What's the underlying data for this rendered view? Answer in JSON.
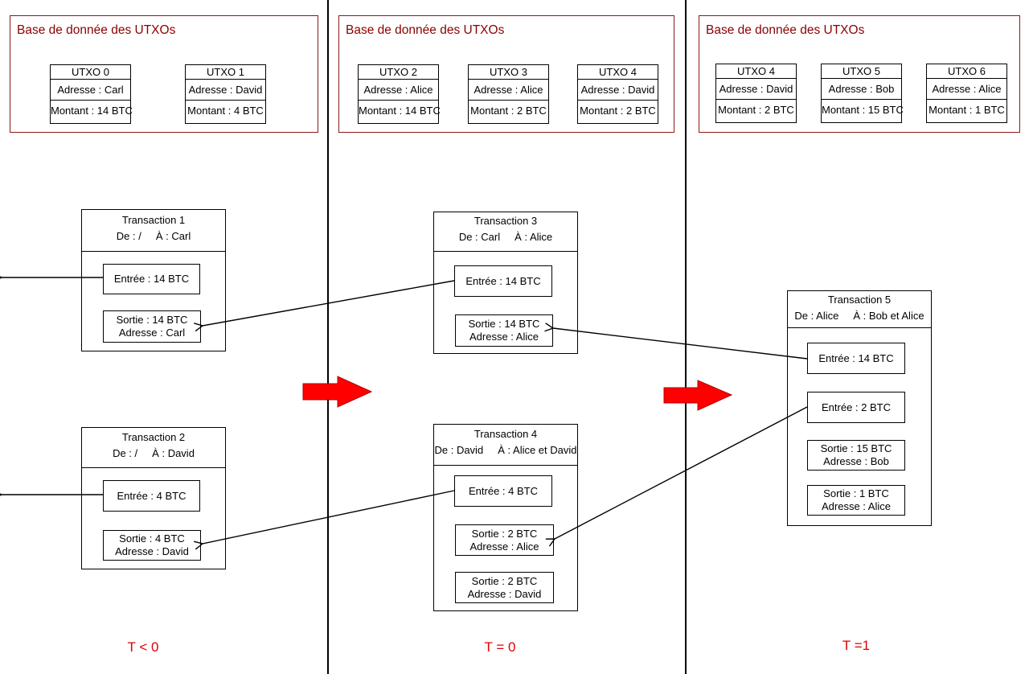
{
  "panels": [
    {
      "db_title": "Base de donnée des UTXOs",
      "utxos": [
        {
          "id": "UTXO 0",
          "address": "Adresse : Carl",
          "amount": "Montant : 14 BTC"
        },
        {
          "id": "UTXO 1",
          "address": "Adresse : David",
          "amount": "Montant : 4 BTC"
        }
      ],
      "time_label": "T < 0"
    },
    {
      "db_title": "Base de donnée des UTXOs",
      "utxos": [
        {
          "id": "UTXO 2",
          "address": "Adresse : Alice",
          "amount": "Montant : 14 BTC"
        },
        {
          "id": "UTXO 3",
          "address": "Adresse : Alice",
          "amount": "Montant : 2 BTC"
        },
        {
          "id": "UTXO 4",
          "address": "Adresse : David",
          "amount": "Montant : 2 BTC"
        }
      ],
      "time_label": "T = 0"
    },
    {
      "db_title": "Base de donnée des UTXOs",
      "utxos": [
        {
          "id": "UTXO 4",
          "address": "Adresse : David",
          "amount": "Montant : 2 BTC"
        },
        {
          "id": "UTXO 5",
          "address": "Adresse : Bob",
          "amount": "Montant : 15 BTC"
        },
        {
          "id": "UTXO 6",
          "address": "Adresse : Alice",
          "amount": "Montant : 1 BTC"
        }
      ],
      "time_label": "T =1"
    }
  ],
  "transactions": {
    "tx1": {
      "title": "Transaction 1",
      "parties": "De : /     À : Carl",
      "input": "Entrée : 14 BTC",
      "output": {
        "amount": "Sortie : 14 BTC",
        "address": "Adresse : Carl"
      }
    },
    "tx2": {
      "title": "Transaction 2",
      "parties": "De : /     À : David",
      "input": "Entrée : 4 BTC",
      "output": {
        "amount": "Sortie : 4 BTC",
        "address": "Adresse : David"
      }
    },
    "tx3": {
      "title": "Transaction 3",
      "parties": "De : Carl     À : Alice",
      "input": "Entrée : 14 BTC",
      "output": {
        "amount": "Sortie : 14 BTC",
        "address": "Adresse : Alice"
      }
    },
    "tx4": {
      "title": "Transaction 4",
      "parties": "De : David     À : Alice et David",
      "input": "Entrée : 4 BTC",
      "outputs": [
        {
          "amount": "Sortie : 2 BTC",
          "address": "Adresse : Alice"
        },
        {
          "amount": "Sortie : 2 BTC",
          "address": "Adresse : David"
        }
      ]
    },
    "tx5": {
      "title": "Transaction 5",
      "parties": "De : Alice     À : Bob et Alice",
      "inputs": [
        "Entrée : 14 BTC",
        "Entrée : 2 BTC"
      ],
      "outputs": [
        {
          "amount": "Sortie : 15 BTC",
          "address": "Adresse : Bob"
        },
        {
          "amount": "Sortie : 1 BTC",
          "address": "Adresse : Alice"
        }
      ]
    }
  },
  "colors": {
    "db_border": "#8b1a1a",
    "db_title": "#8b0000",
    "time_label": "#e00000",
    "block_arrow": "#ff0000"
  }
}
